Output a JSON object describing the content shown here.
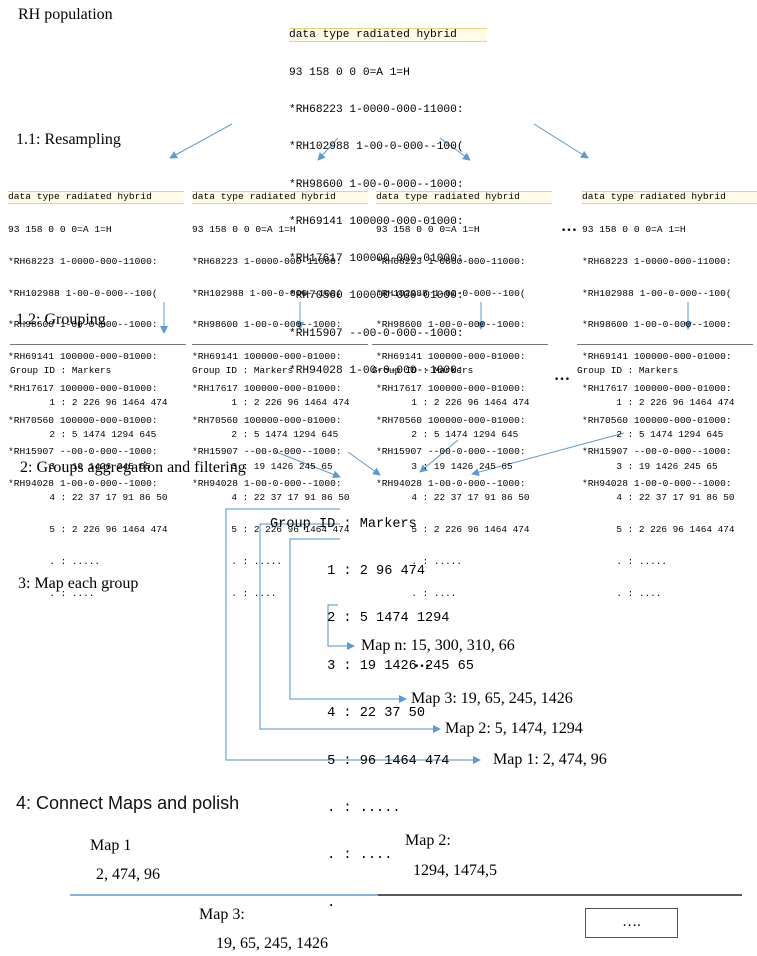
{
  "title": "RH population",
  "steps": {
    "resampling": "1.1: Resampling",
    "grouping": "1.2: Grouping",
    "aggregation": "2: Groups aggregation and filtering",
    "map_each": "3: Map each group",
    "connect": "4: Connect Maps and polish"
  },
  "data_file": {
    "header": "data type radiated hybrid",
    "lines": [
      "93 158 0 0 0=A 1=H",
      "*RH68223 1-0000-000-11000:",
      "*RH102988 1-00-0-000--100(",
      "*RH98600 1-00-0-000--1000:",
      "*RH69141 100000-000-01000:",
      "*RH17617 100000-000-01000:",
      "*RH70560 100000-000-01000:",
      "*RH15907 --00-0-000--1000:",
      "*RH94028 1-00-0-000--1000:"
    ]
  },
  "group_table": {
    "lines": [
      "Group ID : Markers",
      "       1 : 2 226 96 1464 474",
      "       2 : 5 1474 1294 645",
      "       3 : 19 1426 245 65",
      "       4 : 22 37 17 91 86 50",
      "       5 : 2 226 96 1464 474",
      "       . : .....",
      "       . : ...."
    ]
  },
  "final_table": {
    "lines": [
      "Group ID : Markers",
      "       1 : 2 96 474",
      "       2 : 5 1474 1294",
      "       3 : 19 1426 245 65",
      "       4 : 22 37 50",
      "       5 : 96 1464 474",
      "       . : .....",
      "       . : ....",
      "       ."
    ]
  },
  "ellipsis": "…",
  "maps": {
    "map_n": "Map n: 15, 300, 310, 66",
    "map_3": "Map 3: 19, 65, 245, 1426",
    "map_2": "Map 2: 5, 1474, 1294",
    "map_1": "Map 1: 2, 474, 96"
  },
  "connect": {
    "m1_title": "Map  1",
    "m1_values": "2, 474, 96",
    "m2_title": "Map 2:",
    "m2_values": "1294, 1474,5",
    "m3_title": "Map 3:",
    "m3_values": "19, 65, 245, 1426",
    "box_text": "…."
  },
  "colors": {
    "arrow": "#5b9bd5",
    "connector": "#4a90d9"
  }
}
